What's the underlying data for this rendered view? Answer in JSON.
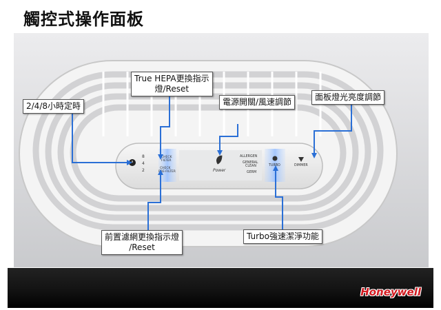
{
  "page": {
    "title": "觸控式操作面板"
  },
  "callouts": {
    "timer": "2/4/8小時定時",
    "hepa_line1": "True HEPA更換指示",
    "hepa_line2": "燈/Reset",
    "power": "電源開關/風速調節",
    "dimmer": "面板燈光亮度調節",
    "prefilter_line1": "前置濾網更換指示燈",
    "prefilter_line2": "/Reset",
    "turbo": "Turbo強速潔淨功能"
  },
  "panel": {
    "timer_labels": [
      "8",
      "4",
      "2"
    ],
    "check_filter": [
      "CHECK",
      "FILTER"
    ],
    "check_prefilter": [
      "CHECK",
      "PRE-FILTER"
    ],
    "power_label": "Power",
    "modes": [
      "ALLERGEN",
      "GENERAL",
      "CLEAN",
      "GERM"
    ],
    "turbo_label": "TURBO",
    "dimmer_label": "DIMMER"
  },
  "brand": {
    "logo": "Honeywell"
  },
  "colors": {
    "arrow": "#2a6fd6",
    "logo": "#d21a20",
    "footer": "#111111"
  },
  "icons": [
    "clock-icon",
    "leaf-icon",
    "fan-icon",
    "dimmer-icon"
  ]
}
